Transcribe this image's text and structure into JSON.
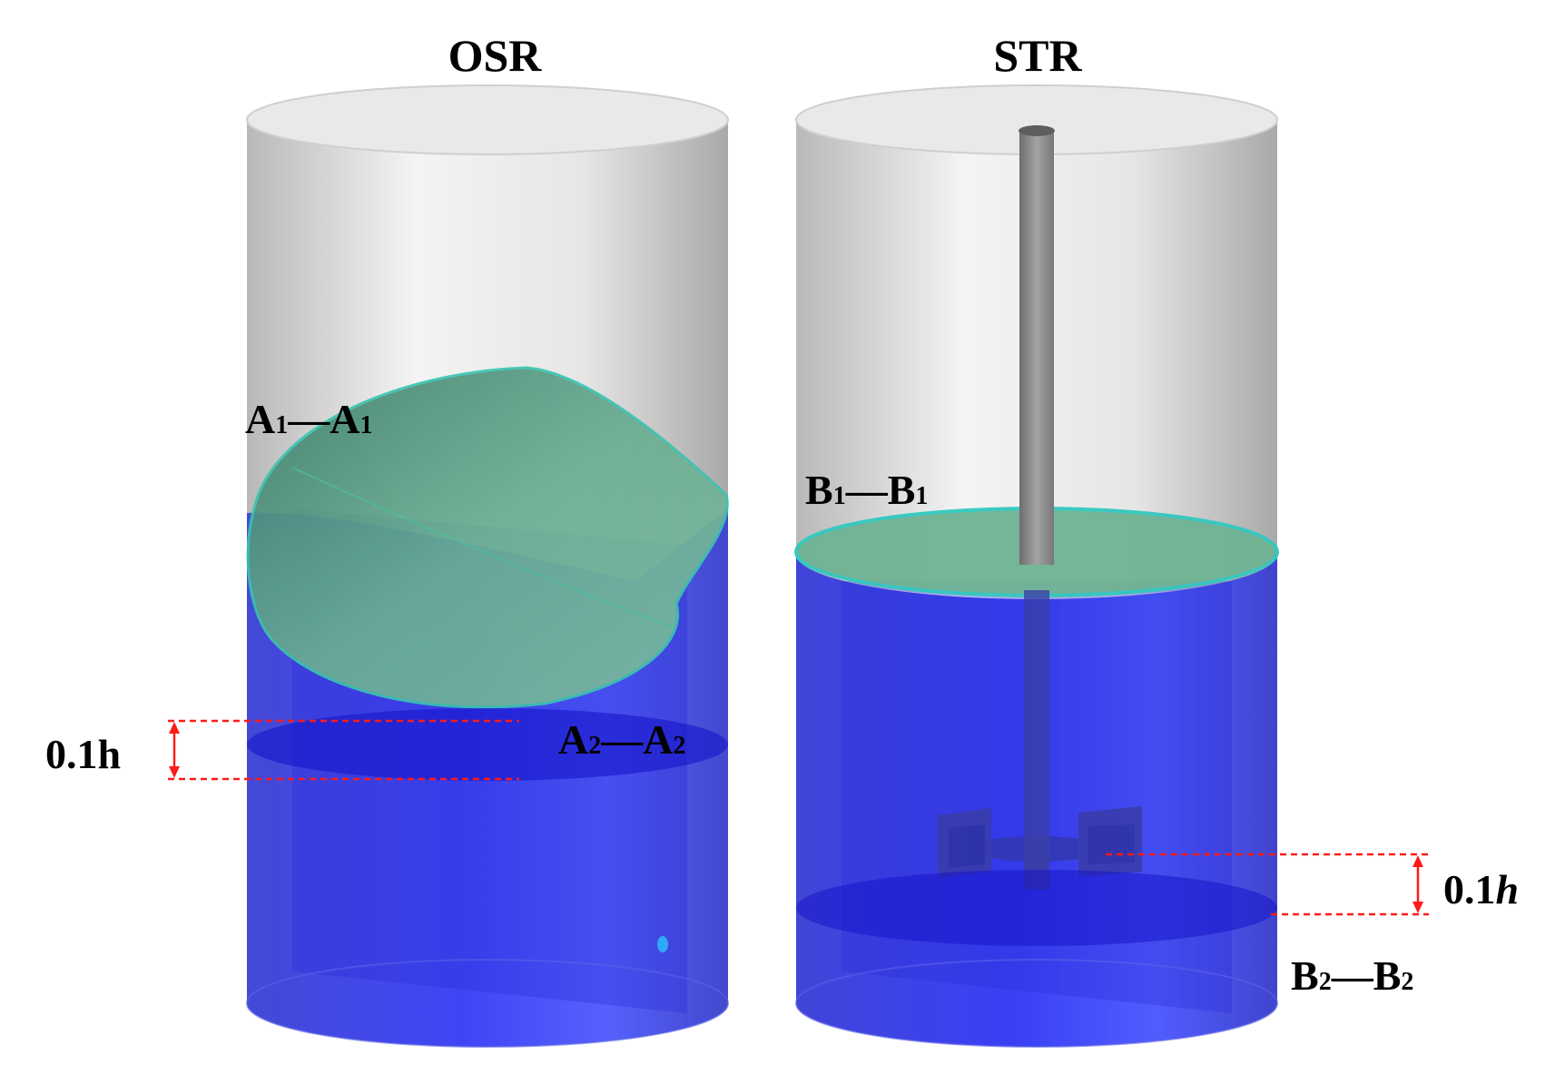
{
  "titles": {
    "left": "OSR",
    "right": "STR"
  },
  "sections": {
    "a1": {
      "base": "A",
      "sub": "1"
    },
    "a2": {
      "base": "A",
      "sub": "2"
    },
    "b1": {
      "base": "B",
      "sub": "1"
    },
    "b2": {
      "base": "B",
      "sub": "2"
    },
    "separator": "—"
  },
  "dimensions": {
    "left": "0.1h",
    "right_number": "0.1",
    "right_italic": "h"
  },
  "colors": {
    "liquid_blue": "#2b2df2",
    "free_surface_green": "#5fa88a",
    "vessel_gray": "#d9d9d9",
    "shaft_gray": "#8c8c8c",
    "dimension_red": "#ff1a1a"
  }
}
